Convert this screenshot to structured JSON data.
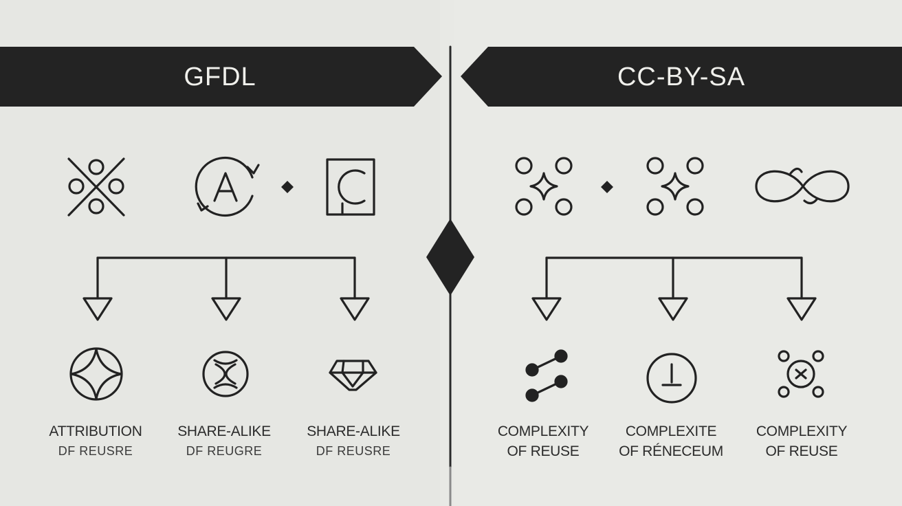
{
  "left": {
    "banner": "GFDL",
    "items": [
      {
        "title": "ATTRIBUTION",
        "subtitle": "DF REUSRE"
      },
      {
        "title": "SHARE-ALIKE",
        "subtitle": "DF REUGRE"
      },
      {
        "title": "SHARE-ALIKE",
        "subtitle": "DF REUSRE"
      }
    ],
    "top_icons": [
      "cross-circles-icon",
      "attribution-a-icon",
      "copyleft-square-icon"
    ],
    "bottom_icons": [
      "star-circle-icon",
      "knot-circle-icon",
      "gem-icon"
    ]
  },
  "right": {
    "banner": "CC-BY-SA",
    "items": [
      {
        "title": "COMPLEXITY",
        "subtitle": "OF REUSE"
      },
      {
        "title": "COMPLEXITE",
        "subtitle": "OF RÉNECEUM"
      },
      {
        "title": "COMPLEXITY",
        "subtitle": "OF REUSE"
      }
    ],
    "top_icons": [
      "sparkle-nodes-icon",
      "sparkle-nodes-icon",
      "infinity-icon"
    ],
    "bottom_icons": [
      "link-nodes-icon",
      "circle-mark-icon",
      "node-cluster-icon"
    ]
  },
  "colors": {
    "background": "#e8e9e5",
    "ink": "#222222",
    "banner": "#232323",
    "banner_text": "#f0f0ec"
  }
}
